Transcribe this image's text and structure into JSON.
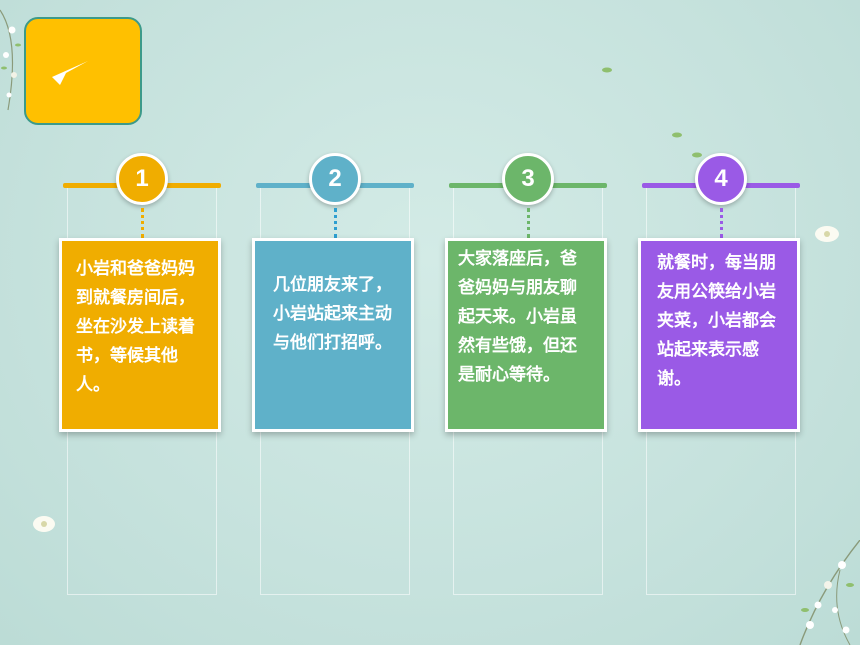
{
  "badge": {
    "icon": "arrow-icon",
    "color": "#ffc000"
  },
  "steps": [
    {
      "number": "1",
      "text": "小岩和爸爸妈妈到就餐房间后，坐在沙发上读着书，等候其他人。",
      "color": "#f0ad00"
    },
    {
      "number": "2",
      "text": "几位朋友来了，小岩站起来主动与他们打招呼。",
      "color": "#5fb1c9"
    },
    {
      "number": "3",
      "text": "大家落座后，爸爸妈妈与朋友聊起天来。小岩虽然有些饿，但还是耐心等待。",
      "color": "#6cb66a"
    },
    {
      "number": "4",
      "text": "就餐时，每当朋友用公筷给小岩夹菜，小岩都会站起来表示感谢。",
      "color": "#9a5ae6"
    }
  ]
}
